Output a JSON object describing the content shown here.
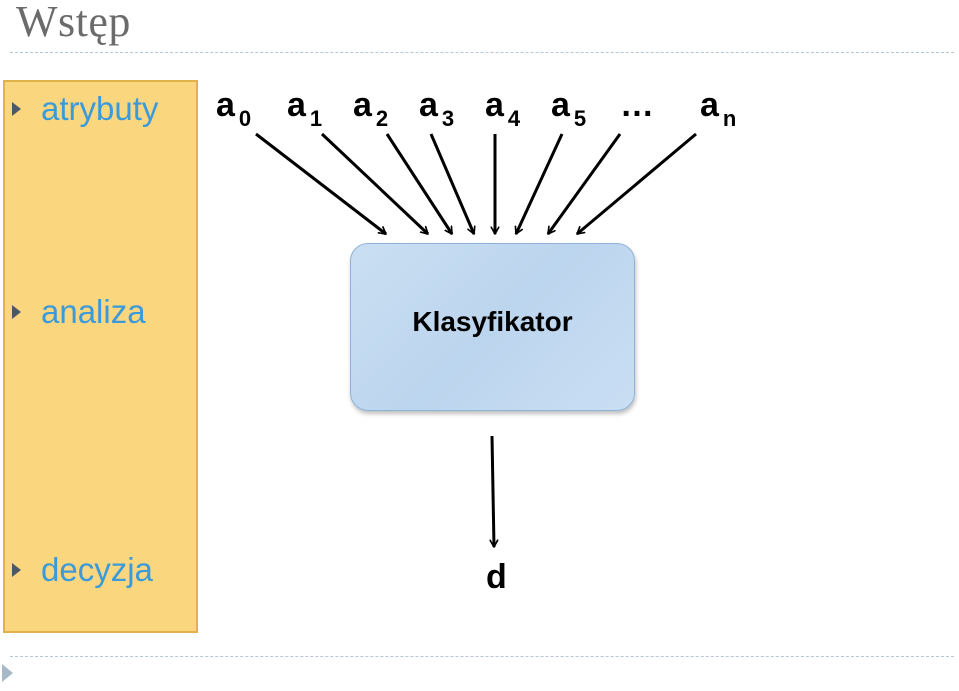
{
  "title": "Wstęp",
  "sidebar": {
    "items": [
      {
        "label": "atrybuty"
      },
      {
        "label": "analiza"
      },
      {
        "label": "decyzja"
      }
    ]
  },
  "diagram": {
    "attributes": [
      {
        "base": "a",
        "sub": "0"
      },
      {
        "base": "a",
        "sub": "1"
      },
      {
        "base": "a",
        "sub": "2"
      },
      {
        "base": "a",
        "sub": "3"
      },
      {
        "base": "a",
        "sub": "4"
      },
      {
        "base": "a",
        "sub": "5"
      },
      {
        "base": "a",
        "sub": "n"
      }
    ],
    "ellipsis": "…",
    "classifier_label": "Klasyfikator",
    "output_label": "d"
  },
  "colors": {
    "sidebar_bg": "#fad77e",
    "bullet_text": "#3b9ad9",
    "classifier_fill": "#bcd5ee"
  },
  "icons": {
    "bullet": "triangle-right-icon",
    "footer": "triangle-right-icon"
  }
}
